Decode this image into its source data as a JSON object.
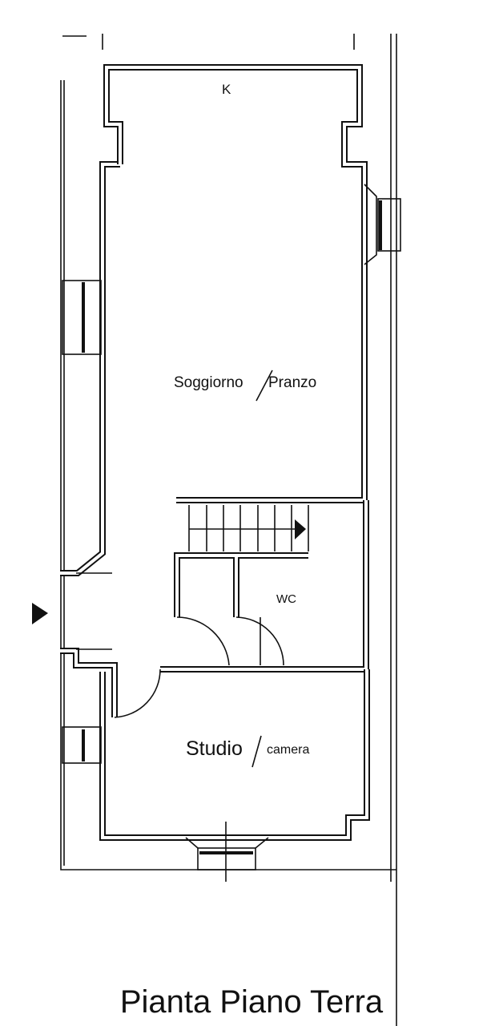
{
  "rooms": {
    "kitchen": "K",
    "living_a": "Soggiorno",
    "living_b": "Pranzo",
    "wc": "WC",
    "studio_a": "Studio",
    "studio_b": "camera"
  },
  "title": "Pianta Piano Terra"
}
